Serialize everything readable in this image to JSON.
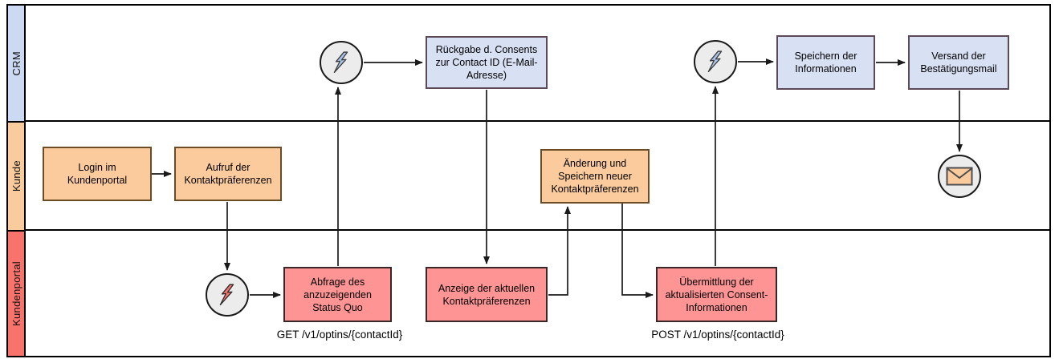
{
  "diagram": {
    "type": "swimlane-flowchart",
    "lanes": [
      {
        "id": "crm",
        "label": "CRM",
        "color": "#ccd9f2"
      },
      {
        "id": "kunde",
        "label": "Kunde",
        "color": "#f9cb9d"
      },
      {
        "id": "kundenportal",
        "label": "Kundenportal",
        "color": "#f8736b"
      }
    ],
    "nodes": {
      "login": {
        "lane": "kunde",
        "label": "Login im Kundenportal"
      },
      "aufruf": {
        "lane": "kunde",
        "label": "Aufruf der Kontaktpräferenzen"
      },
      "aenderung": {
        "lane": "kunde",
        "label": "Änderung und Speichern neuer Kontaktpräferenzen"
      },
      "rueckgabe": {
        "lane": "crm",
        "label": "Rückgabe d. Consents zur Contact ID (E-Mail-Adresse)"
      },
      "speichern": {
        "lane": "crm",
        "label": "Speichern der Informationen"
      },
      "versand": {
        "lane": "crm",
        "label": "Versand der Bestätigungsmail"
      },
      "abfrage": {
        "lane": "kundenportal",
        "label": "Abfrage des anzuzeigenden Status Quo"
      },
      "anzeige": {
        "lane": "kundenportal",
        "label": "Anzeige der aktuellen Kontaktpräferenzen"
      },
      "uebermittlung": {
        "lane": "kundenportal",
        "label": "Übermittlung der aktualisierten Consent-Informationen"
      }
    },
    "events": [
      {
        "id": "event-crm-1",
        "lane": "crm",
        "icon": "lightning-icon",
        "bolt_color": "#a8c2e8"
      },
      {
        "id": "event-crm-2",
        "lane": "crm",
        "icon": "lightning-icon",
        "bolt_color": "#a8c2e8"
      },
      {
        "id": "event-portal",
        "lane": "kundenportal",
        "icon": "lightning-icon",
        "bolt_color": "#f8736b"
      },
      {
        "id": "event-mail",
        "lane": "kunde",
        "icon": "envelope-icon",
        "envelope_color": "#fbcb9e"
      }
    ],
    "api_labels": {
      "get": "GET /v1/optins/{contactId}",
      "post": "POST /v1/optins/{contactId}"
    },
    "colors": {
      "crm_box_fill": "#d8e0f4",
      "crm_box_stroke": "#5d4956",
      "kunde_box_fill": "#fbcb9e",
      "kunde_box_stroke": "#6b4c24",
      "portal_box_fill": "#ff9494",
      "portal_box_stroke": "#392626",
      "event_circle_fill": "#ececec",
      "line_color": "#1a1a1a",
      "background": "#ffffff"
    },
    "flow": [
      "login -> aufruf",
      "aufruf -> event-portal",
      "event-portal -> abfrage",
      "abfrage -> event-crm-1",
      "event-crm-1 -> rueckgabe",
      "rueckgabe -> anzeige",
      "anzeige -> aenderung",
      "aenderung -> uebermittlung",
      "uebermittlung -> event-crm-2",
      "event-crm-2 -> speichern",
      "speichern -> versand",
      "versand -> event-mail"
    ]
  }
}
